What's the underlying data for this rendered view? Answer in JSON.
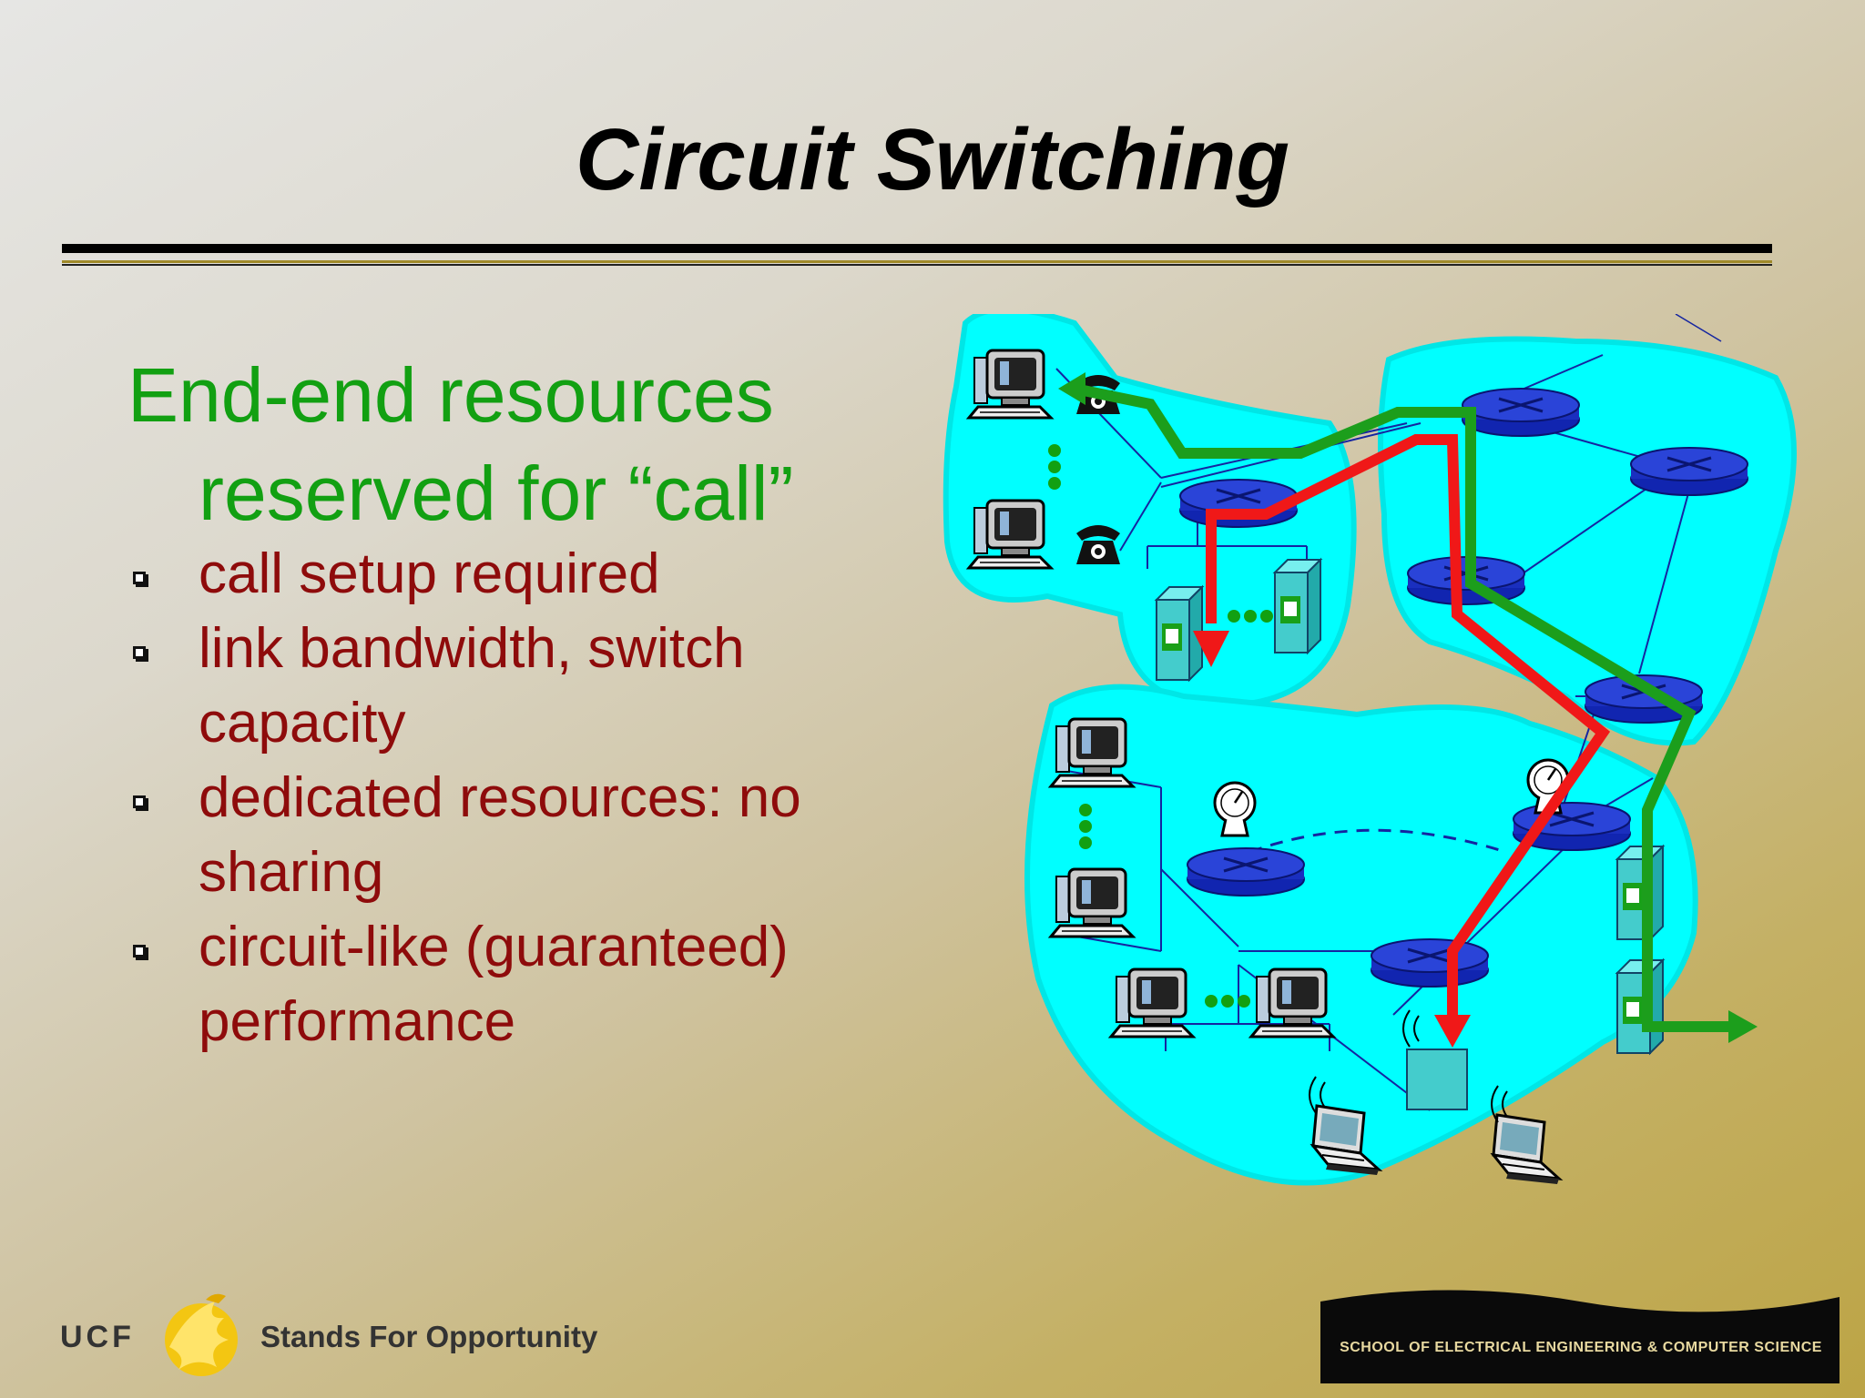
{
  "slide": {
    "title": "Circuit Switching",
    "heading_line1": "End-end resources",
    "heading_line2": "reserved for “call”",
    "bullets": [
      {
        "line1": "call setup required",
        "line2": ""
      },
      {
        "line1": "link bandwidth,  switch",
        "line2": "capacity"
      },
      {
        "line1": "dedicated resources: no",
        "line2": "sharing"
      },
      {
        "line1": "circuit-like (guaranteed)",
        "line2": "performance"
      }
    ]
  },
  "footer": {
    "org": "UCF",
    "tagline": "Stands For Opportunity",
    "school": "SCHOOL OF ELECTRICAL ENGINEERING & COMPUTER SCIENCE"
  },
  "colors": {
    "heading": "#12a012",
    "bullet_text": "#8e0b0b",
    "network_region": "#00ffff",
    "router": "#1a2fbf",
    "path_green": "#1c9e1c",
    "path_red": "#f01818"
  },
  "icons": [
    "desktop-computer-icon",
    "telephone-icon",
    "router-icon",
    "server-icon",
    "satellite-dish-icon",
    "laptop-icon",
    "wireless-access-point-icon"
  ]
}
